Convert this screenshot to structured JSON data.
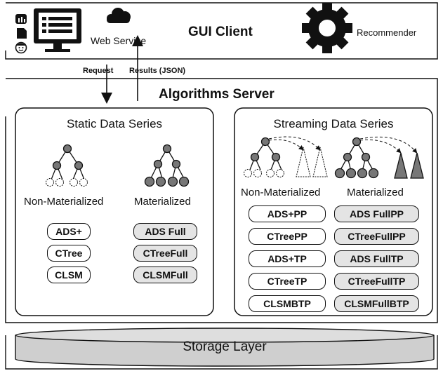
{
  "gui_client": {
    "title": "GUI Client",
    "web_service": "Web Service",
    "recommender": "Recommender"
  },
  "arrows": {
    "request": "Request",
    "results": "Results (JSON)"
  },
  "server": {
    "title": "Algorithms Server"
  },
  "static_panel": {
    "title": "Static Data Series",
    "non_materialized": "Non-Materialized",
    "materialized": "Materialized",
    "non_mat_items": [
      "ADS+",
      "CTree",
      "CLSM"
    ],
    "mat_items": [
      "ADS Full",
      "CTreeFull",
      "CLSMFull"
    ]
  },
  "streaming_panel": {
    "title": "Streaming Data Series",
    "non_materialized": "Non-Materialized",
    "materialized": "Materialized",
    "non_mat_items": [
      "ADS+PP",
      "CTreePP",
      "ADS+TP",
      "CTreeTP",
      "CLSMBTP"
    ],
    "mat_items": [
      "ADS FullPP",
      "CTreeFullPP",
      "ADS FullTP",
      "CTreeFullTP",
      "CLSMFullBTP"
    ]
  },
  "storage": {
    "label": "Storage Layer"
  }
}
